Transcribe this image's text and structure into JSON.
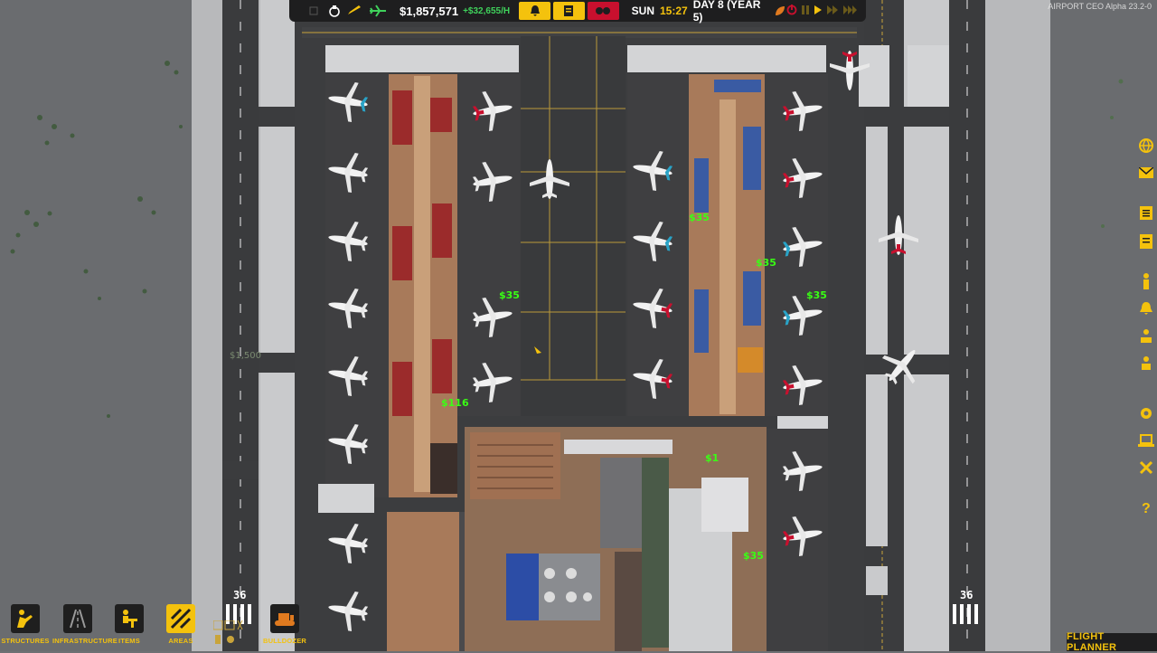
{
  "topbar": {
    "money": "$1,857,571",
    "rate": "+$32,655/H",
    "day": "SUN",
    "time": "15:27",
    "day_label": "DAY 8 (YEAR 5)"
  },
  "version": "AIRPORT CEO Alpha 23.2-0",
  "toolbar": {
    "structures": "STRUCTURES",
    "infrastructure": "INFRASTRUCTURE",
    "items": "ITEMS",
    "areas": "AREAS",
    "bulldozer": "BULLDOZER"
  },
  "flight_planner": "FLIGHT PLANNER",
  "map": {
    "runway_left_number": "36",
    "runway_right_number": "36",
    "cash_labels": [
      "$1,500",
      "$116",
      "$35",
      "$35",
      "$35",
      "$35",
      "$35",
      "$1"
    ]
  },
  "sidebar_icons": [
    "globe-icon",
    "mail-icon",
    "clipboard-icon",
    "document-icon",
    "person-icon",
    "bell-icon",
    "staff-icon",
    "worker-icon",
    "settings-icon",
    "laptop-icon",
    "tools-icon",
    "help-icon"
  ],
  "colors": {
    "accent": "#f4c20d",
    "cash": "#39ff14",
    "danger": "#c8102e",
    "ground": "#6e7073",
    "apron": "#3c3d3f",
    "terminal_floor": "#a87a5a"
  }
}
